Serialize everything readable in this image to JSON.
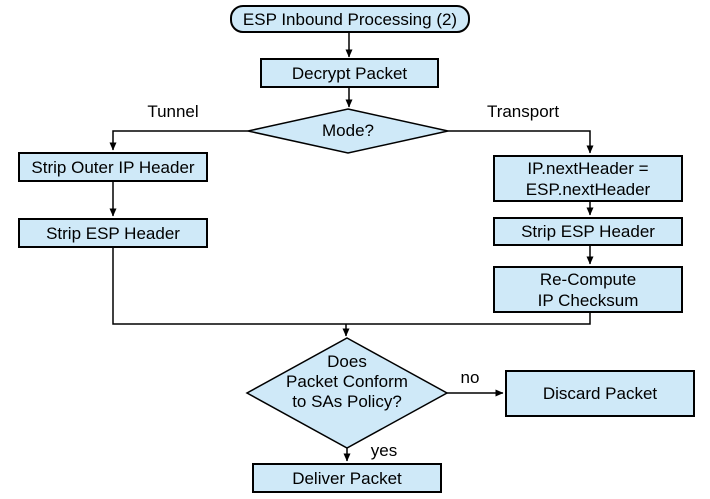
{
  "diagram": {
    "title": "ESP Inbound Processing (2)",
    "colors": {
      "node_fill": "#cfe9f8",
      "node_border": "#000000",
      "connector": "#000000",
      "background": "#ffffff",
      "text": "#000000"
    },
    "nodes": {
      "start": "ESP Inbound Processing (2)",
      "decrypt": "Decrypt Packet",
      "mode": "Mode?",
      "strip_outer_ip": "Strip Outer IP Header",
      "strip_esp_tunnel": "Strip ESP Header",
      "set_next_header": "IP.nextHeader =\nESP.nextHeader",
      "strip_esp_transport": "Strip ESP Header",
      "recompute_checksum": "Re-Compute\nIP Checksum",
      "policy_check": "Does\nPacket Conform\nto SAs Policy?",
      "discard": "Discard Packet",
      "deliver": "Deliver Packet"
    },
    "edge_labels": {
      "tunnel": "Tunnel",
      "transport": "Transport",
      "no": "no",
      "yes": "yes"
    }
  }
}
